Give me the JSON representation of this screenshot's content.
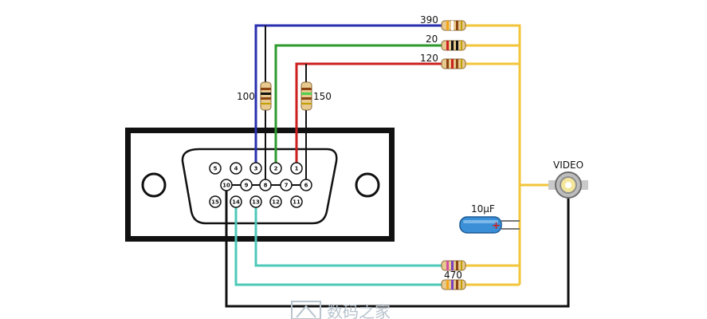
{
  "labels": {
    "r_top": "390",
    "r_mid": "20",
    "r_low": "120",
    "r_left_v": "100",
    "r_right_v": "150",
    "r_bottom": "470",
    "capacitor": "10μF",
    "capacitor_polarity": "+",
    "video": "VIDEO",
    "watermark": "数码之家"
  },
  "pins": [
    {
      "id": "5",
      "label": "5"
    },
    {
      "id": "4",
      "label": "4"
    },
    {
      "id": "3",
      "label": "3"
    },
    {
      "id": "2",
      "label": "2"
    },
    {
      "id": "1",
      "label": "1"
    },
    {
      "id": "10",
      "label": "10"
    },
    {
      "id": "9",
      "label": "9"
    },
    {
      "id": "8",
      "label": "8"
    },
    {
      "id": "7",
      "label": "7"
    },
    {
      "id": "6",
      "label": "6"
    },
    {
      "id": "15",
      "label": "15"
    },
    {
      "id": "14",
      "label": "14"
    },
    {
      "id": "13",
      "label": "13"
    },
    {
      "id": "12",
      "label": "12"
    },
    {
      "id": "11",
      "label": "11"
    }
  ],
  "colors": {
    "blue_wire": "#2a2fb0",
    "green_wire": "#2e9a2e",
    "red_wire": "#cc1f1f",
    "yellow_wire": "#f2c53a",
    "cyan_wire": "#4dc9b8",
    "black_wire": "#111111",
    "resistor_body": "#e8c98f",
    "capacitor_body": "#3a8fd6"
  }
}
